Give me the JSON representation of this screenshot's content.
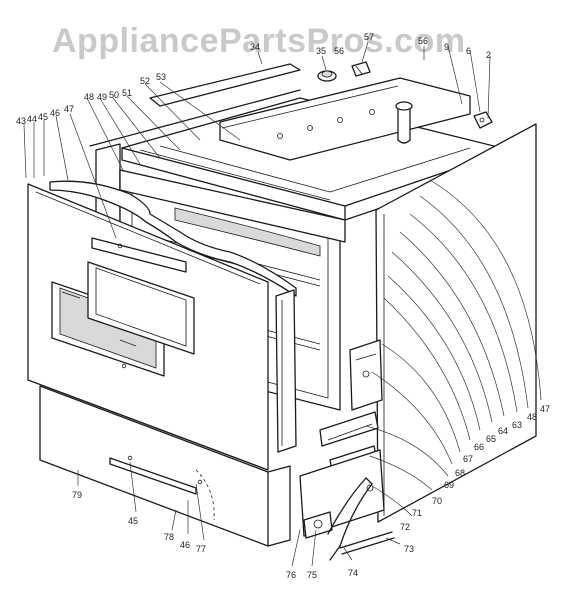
{
  "watermark": "AppliancePartsPros.com",
  "callouts": {
    "c34": "34",
    "c35": "35",
    "c56a": "56",
    "c57": "57",
    "c56b": "56",
    "c9": "9",
    "c6": "6",
    "c2": "2",
    "c53": "53",
    "c52": "52",
    "c51": "51",
    "c50": "50",
    "c49": "49",
    "c48": "48",
    "c47a": "47",
    "c46a": "46",
    "c45a": "45",
    "c44": "44",
    "c43": "43",
    "c64": "64",
    "c63": "63",
    "c48b": "48",
    "c47b": "47",
    "c65": "65",
    "c66": "66",
    "c67": "67",
    "c68": "68",
    "c69": "69",
    "c70": "70",
    "c71": "71",
    "c72": "72",
    "c73": "73",
    "c74": "74",
    "c75": "75",
    "c76": "76",
    "c77": "77",
    "c46b": "46",
    "c78": "78",
    "c45b": "45",
    "c79": "79"
  }
}
